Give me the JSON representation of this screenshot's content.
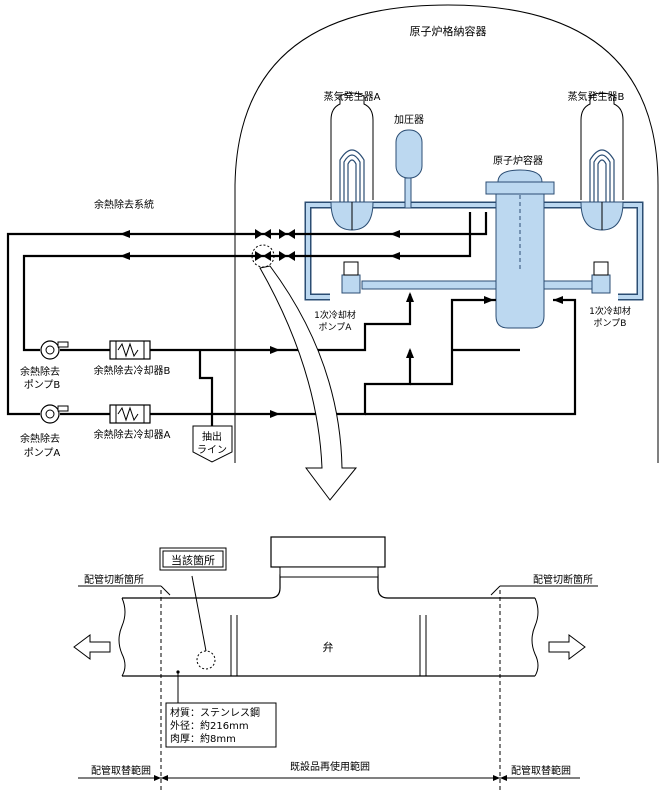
{
  "colors": {
    "coolant_fill": "#bcd8f0",
    "coolant_stroke": "#2b4d73",
    "line": "#000000",
    "background": "#ffffff"
  },
  "containment": {
    "label": "原子炉格納容器"
  },
  "steam_generator_a": {
    "label": "蒸気発生器A"
  },
  "steam_generator_b": {
    "label": "蒸気発生器B"
  },
  "pressurizer": {
    "label": "加圧器"
  },
  "reactor_vessel": {
    "label": "原子炉容器"
  },
  "coolant_pump_a": {
    "line1": "1次冷却材",
    "line2": "ポンプA"
  },
  "coolant_pump_b": {
    "line1": "1次冷却材",
    "line2": "ポンプB"
  },
  "rhr_system": {
    "label": "余熱除去系統"
  },
  "rhr_pump_b": {
    "line1": "余熱除去",
    "line2": "ポンプB"
  },
  "rhr_pump_a": {
    "line1": "余熱除去",
    "line2": "ポンプA"
  },
  "rhr_cooler_b": {
    "label": "余熱除去冷却器B"
  },
  "rhr_cooler_a": {
    "label": "余熱除去冷却器A"
  },
  "letdown_line": {
    "line1": "抽出",
    "line2": "ライン"
  },
  "detail": {
    "location_label": "当該箇所",
    "cut_point_left": "配管切断箇所",
    "cut_point_right": "配管切断箇所",
    "valve_label": "弁",
    "spec_material": "材質：ステンレス鋼",
    "spec_diameter": "外径：約216mm",
    "spec_thickness": "肉厚：約8mm",
    "replace_range_left": "配管取替範囲",
    "reuse_range": "既設品再使用範囲",
    "replace_range_right": "配管取替範囲"
  }
}
